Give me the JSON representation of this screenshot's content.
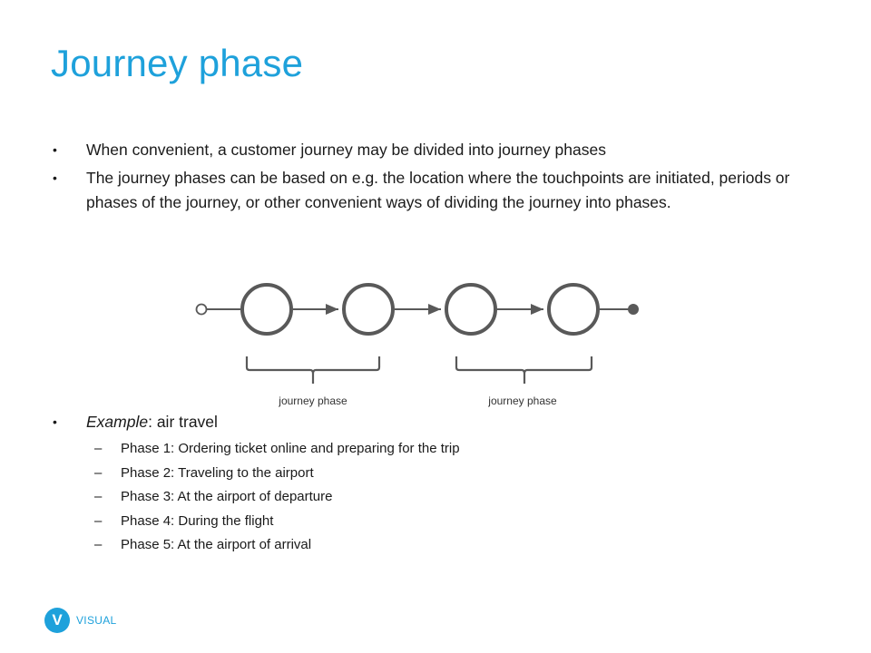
{
  "slide": {
    "title": "Journey phase",
    "bullets": [
      {
        "text": "When convenient, a customer journey may be divided into journey phases"
      },
      {
        "text": "The journey phases can be based on e.g. the location where the touchpoints are initiated, periods or phases of the journey, or other convenient ways of dividing the journey into phases."
      }
    ],
    "bullet_marker": "•",
    "example": {
      "label": "Example",
      "text": ": air travel",
      "sub_marker": "–",
      "items": [
        "Phase 1: Ordering ticket online and preparing for the trip",
        "Phase 2: Traveling to the airport",
        "Phase 3: At the airport of departure",
        "Phase 4: During the flight",
        "Phase 5: At the airport of arrival"
      ]
    }
  },
  "diagram": {
    "phase_labels": [
      "journey phase",
      "journey phase"
    ],
    "colors": {
      "circle_stroke": "#595959",
      "line": "#595959",
      "bracket": "#595959"
    }
  },
  "branding": {
    "logo_letter": "V",
    "logo_text": "VISUAL",
    "accent": "#1ea1db"
  }
}
